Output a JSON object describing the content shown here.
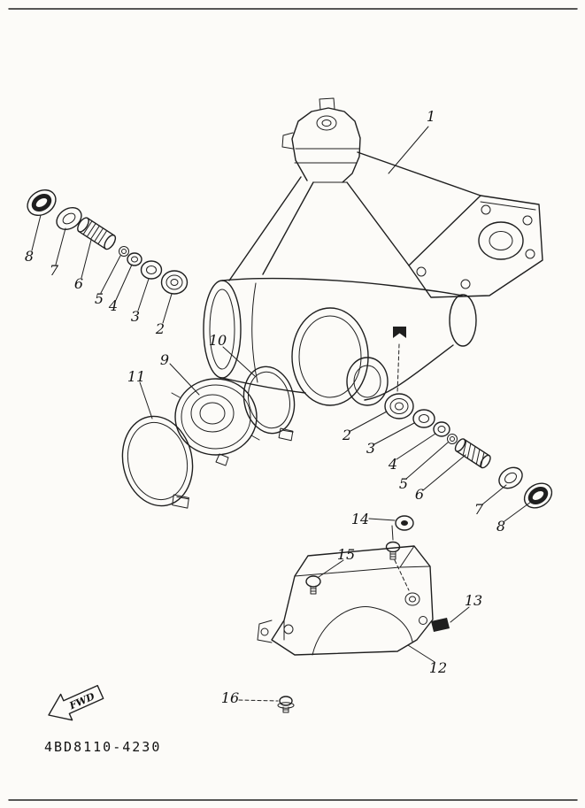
{
  "diagram": {
    "part_code": "4BD8110-4230",
    "fwd_label": "FWD",
    "colors": {
      "ink": "#1f1f1f",
      "paper": "#fcfbf8"
    },
    "callouts": {
      "c1": "1",
      "c2L": "2",
      "c3L": "3",
      "c4L": "4",
      "c5L": "5",
      "c6L": "6",
      "c7L": "7",
      "c8L": "8",
      "c9": "9",
      "c10": "10",
      "c11": "11",
      "c2R": "2",
      "c3R": "3",
      "c4R": "4",
      "c5R": "5",
      "c6R": "6",
      "c7R": "7",
      "c8R": "8",
      "c12": "12",
      "c13": "13",
      "c14": "14",
      "c15": "15",
      "c16": "16"
    }
  }
}
